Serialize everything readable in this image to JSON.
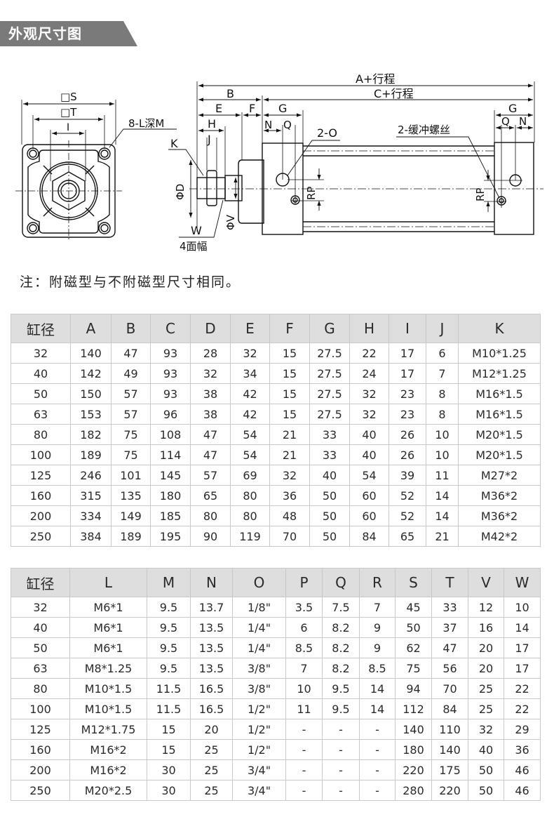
{
  "banner": {
    "title": "外观尺寸图",
    "color": "#7a7a7a"
  },
  "drawing": {
    "front_view": {
      "labels": {
        "square_s": "□S",
        "square_t": "□T",
        "i": "I",
        "holes": "8-L深M"
      }
    },
    "side_view": {
      "labels": {
        "a_stroke": "A+行程",
        "b": "B",
        "c_stroke": "C+行程",
        "e": "E",
        "f": "F",
        "g_left": "G",
        "g_right": "G",
        "h": "H",
        "j": "J",
        "k": "K",
        "n_left": "N",
        "q_left": "Q",
        "n_right": "N",
        "q_right": "Q",
        "port": "2-O",
        "cushion": "2-缓冲螺丝",
        "d": "ΦD",
        "v": "ΦV",
        "rp_left": "RP",
        "rp_right": "RP",
        "w": "W",
        "flats": "4面幅"
      }
    }
  },
  "note": "注：附磁型与不附磁型尺寸相同。",
  "table1": {
    "headers": [
      "缸径",
      "A",
      "B",
      "C",
      "D",
      "E",
      "F",
      "G",
      "H",
      "I",
      "J",
      "K"
    ],
    "rows": [
      [
        "32",
        "140",
        "47",
        "93",
        "28",
        "32",
        "15",
        "27.5",
        "22",
        "17",
        "6",
        "M10*1.25"
      ],
      [
        "40",
        "142",
        "49",
        "93",
        "32",
        "34",
        "15",
        "27.5",
        "24",
        "17",
        "7",
        "M12*1.25"
      ],
      [
        "50",
        "150",
        "57",
        "93",
        "38",
        "42",
        "15",
        "27.5",
        "32",
        "23",
        "8",
        "M16*1.5"
      ],
      [
        "63",
        "153",
        "57",
        "96",
        "38",
        "42",
        "15",
        "27.5",
        "32",
        "23",
        "8",
        "M16*1.5"
      ],
      [
        "80",
        "182",
        "75",
        "108",
        "47",
        "54",
        "21",
        "33",
        "40",
        "26",
        "10",
        "M20*1.5"
      ],
      [
        "100",
        "189",
        "75",
        "114",
        "47",
        "54",
        "21",
        "33",
        "40",
        "26",
        "10",
        "M20*1.5"
      ],
      [
        "125",
        "246",
        "101",
        "145",
        "57",
        "69",
        "32",
        "40",
        "54",
        "39",
        "11",
        "M27*2"
      ],
      [
        "160",
        "315",
        "135",
        "180",
        "65",
        "80",
        "36",
        "50",
        "60",
        "52",
        "14",
        "M36*2"
      ],
      [
        "200",
        "334",
        "149",
        "185",
        "80",
        "80",
        "48",
        "50",
        "60",
        "52",
        "14",
        "M36*2"
      ],
      [
        "250",
        "384",
        "189",
        "195",
        "90",
        "119",
        "70",
        "50",
        "84",
        "65",
        "21",
        "M42*2"
      ]
    ]
  },
  "table2": {
    "headers": [
      "缸径",
      "L",
      "M",
      "N",
      "O",
      "P",
      "Q",
      "R",
      "S",
      "T",
      "V",
      "W"
    ],
    "rows": [
      [
        "32",
        "M6*1",
        "9.5",
        "13.7",
        "1/8\"",
        "3.5",
        "7.5",
        "7",
        "45",
        "33",
        "12",
        "10"
      ],
      [
        "40",
        "M6*1",
        "9.5",
        "13.5",
        "1/4\"",
        "6",
        "8.2",
        "9",
        "50",
        "37",
        "16",
        "14"
      ],
      [
        "50",
        "M6*1",
        "9.5",
        "13.5",
        "1/4\"",
        "8.5",
        "8.2",
        "9",
        "62",
        "47",
        "20",
        "17"
      ],
      [
        "63",
        "M8*1.25",
        "9.5",
        "13.5",
        "3/8\"",
        "7",
        "8.2",
        "8.5",
        "75",
        "56",
        "20",
        "17"
      ],
      [
        "80",
        "M10*1.5",
        "11.5",
        "16.5",
        "3/8\"",
        "10",
        "9.5",
        "14",
        "94",
        "70",
        "25",
        "22"
      ],
      [
        "100",
        "M10*1.5",
        "11.5",
        "16.5",
        "1/2\"",
        "11",
        "9.5",
        "14",
        "112",
        "84",
        "25",
        "22"
      ],
      [
        "125",
        "M12*1.75",
        "15",
        "20",
        "1/2\"",
        "-",
        "-",
        "-",
        "140",
        "110",
        "32",
        "29"
      ],
      [
        "160",
        "M16*2",
        "15",
        "25",
        "1/2\"",
        "-",
        "-",
        "-",
        "180",
        "140",
        "40",
        "36"
      ],
      [
        "200",
        "M16*2",
        "30",
        "25",
        "3/4\"",
        "-",
        "-",
        "-",
        "220",
        "175",
        "50",
        "46"
      ],
      [
        "250",
        "M20*2.5",
        "30",
        "25",
        "3/4\"",
        "-",
        "-",
        "-",
        "280",
        "220",
        "50",
        "46"
      ]
    ]
  }
}
